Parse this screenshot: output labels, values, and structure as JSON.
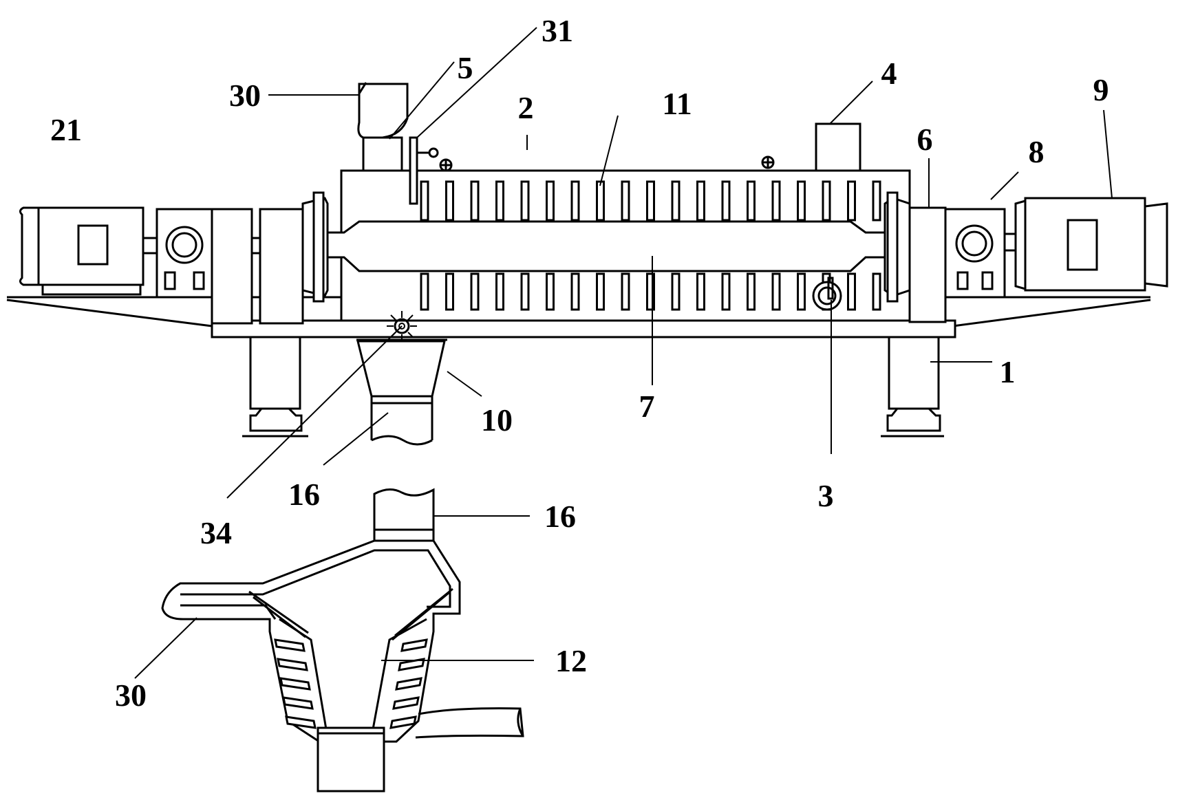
{
  "labels": {
    "l1": "1",
    "l2": "2",
    "l3": "3",
    "l4": "4",
    "l5": "5",
    "l6": "6",
    "l7": "7",
    "l8": "8",
    "l9": "9",
    "l10": "10",
    "l11": "11",
    "l12": "12",
    "l16a": "16",
    "l16b": "16",
    "l21": "21",
    "l30a": "30",
    "l30b": "30",
    "l31": "31",
    "l34": "34"
  },
  "colors": {
    "line": "#000000",
    "background": "#ffffff"
  }
}
